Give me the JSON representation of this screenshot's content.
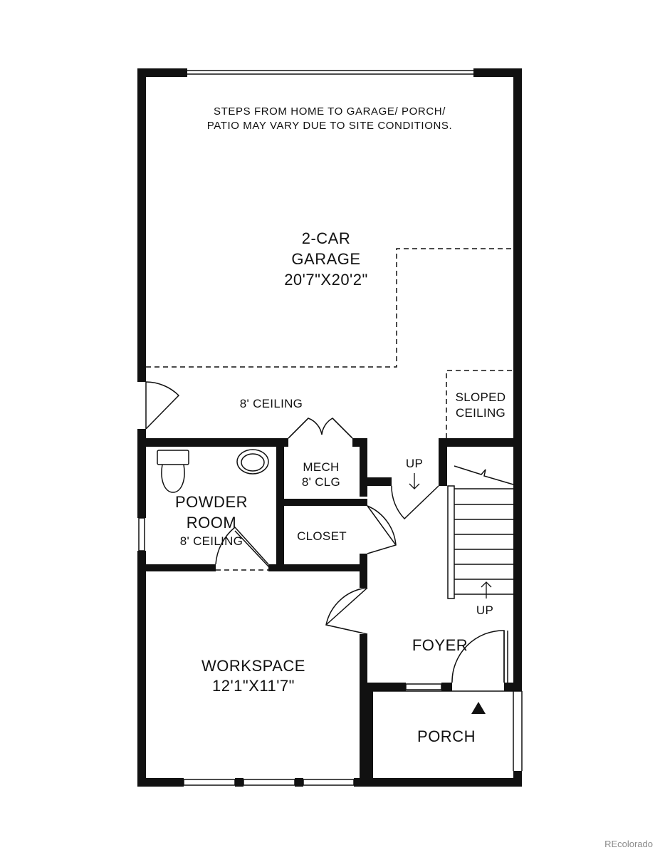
{
  "note": {
    "line1": "STEPS FROM HOME TO GARAGE/ PORCH/",
    "line2": "PATIO MAY VARY DUE TO SITE CONDITIONS."
  },
  "rooms": {
    "garage": {
      "line1": "2-CAR",
      "line2": "GARAGE",
      "dims": "20'7\"X20'2\""
    },
    "garage_ceiling": "8' CEILING",
    "sloped": {
      "line1": "SLOPED",
      "line2": "CEILING"
    },
    "mech": {
      "line1": "MECH",
      "line2": "8' CLG"
    },
    "powder": {
      "line1": "POWDER",
      "line2": "ROOM",
      "ceiling": "8' CEILING"
    },
    "closet": "CLOSET",
    "foyer": "FOYER",
    "workspace": {
      "name": "WORKSPACE",
      "dims": "12'1\"X11'7\""
    },
    "porch": "PORCH"
  },
  "stairs": {
    "up_top": "UP",
    "up_bottom": "UP"
  },
  "watermark": "REcolorado"
}
